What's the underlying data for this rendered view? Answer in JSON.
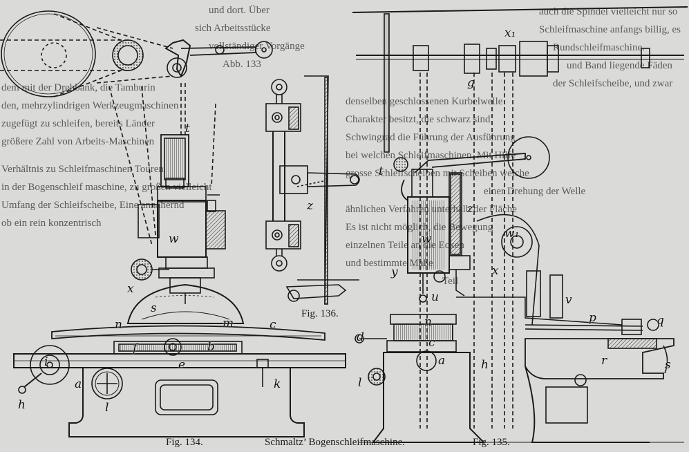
{
  "figure_title": "Schmaltz’ Bogenschleifmaschine.",
  "captions": {
    "fig134": "Fig. 134.",
    "fig135": "Fig. 135.",
    "fig136": "Fig. 136."
  },
  "labels": {
    "fig134": [
      "t",
      "w",
      "x",
      "s",
      "n",
      "m",
      "c",
      "f",
      "b",
      "i",
      "h",
      "a",
      "l",
      "k",
      "e"
    ],
    "fig135": [
      "x1",
      "g",
      "t",
      "z",
      "w1",
      "w",
      "y",
      "u",
      "p",
      "q",
      "v",
      "a",
      "c",
      "d",
      "l",
      "h",
      "x",
      "n",
      "r",
      "s"
    ],
    "fig136": [
      "z"
    ]
  },
  "bleed_through": {
    "left_column": [
      "und dort. Über",
      "sich Arbeitsstücke",
      "vollständiger Vorgänge",
      "Abb. 133",
      "dem mit der Drehbank, die Tamburin",
      "den, mehrzylindrigen Werkzeugmaschinen",
      "zugefügt zu schleifen, bereits Länder",
      "größere Zahl von Arbeits-Maschinen",
      "",
      "Verhältnis zu Schleifmaschinen Touren",
      "in der Bogenschleif maschine, zu großen vielleicht",
      "Umfang der Schleifscheibe, Eine annähernd",
      "ob ein rein konzentrisch"
    ],
    "right_column": [
      "auch die Spindel vielleicht nur so",
      "Schleifmaschine anfangs billig, es",
      "Rundschleifmaschine.",
      "und Band liegende Fäden",
      "der Schleifscheibe, und zwar",
      "denselben geschlossenen Kurbelwelle",
      "Charakter besitzt, die schwarz sind",
      "Schwingrad die Führung der Ausführung",
      "bei welchen Schleifmaschinen. Mit Hilfe",
      "grosse Schleifscheiben mit Scheiben welche",
      "einer Drehung der Welle",
      "ähnlichen Verfahren unterhalb der Fläche",
      "Es ist nicht möglich, die Bewegung",
      "einzelnen Teile an die Ecken",
      "und bestimmte Maße",
      "Teil"
    ]
  }
}
